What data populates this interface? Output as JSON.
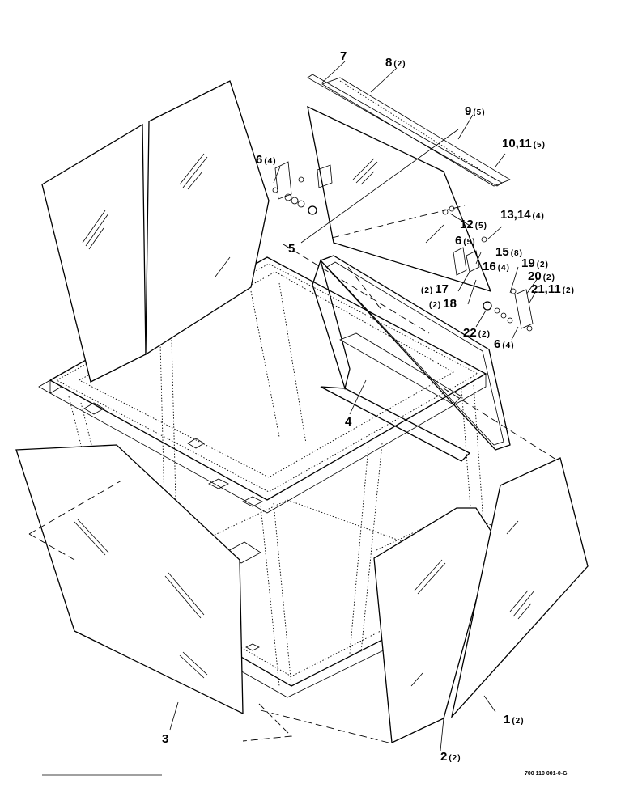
{
  "diagram": {
    "callouts": [
      {
        "id": "c7",
        "number": "7",
        "qty": ""
      },
      {
        "id": "c8",
        "number": "8",
        "qty": "(2)"
      },
      {
        "id": "c9",
        "number": "9",
        "qty": "(5)"
      },
      {
        "id": "c10",
        "number": "10,11",
        "qty": "(5)"
      },
      {
        "id": "c6a",
        "number": "6",
        "qty": "(4)"
      },
      {
        "id": "c12",
        "number": "12",
        "qty": "(5)"
      },
      {
        "id": "c13",
        "number": "13,14",
        "qty": "(4)"
      },
      {
        "id": "c5",
        "number": "5",
        "qty": ""
      },
      {
        "id": "c6b",
        "number": "6",
        "qty": "(5)"
      },
      {
        "id": "c15",
        "number": "15",
        "qty": "(8)"
      },
      {
        "id": "c16",
        "number": "16",
        "qty": "(4)"
      },
      {
        "id": "c19",
        "number": "19",
        "qty": "(2)"
      },
      {
        "id": "c17",
        "number": "17",
        "qty": "(2)"
      },
      {
        "id": "c20",
        "number": "20",
        "qty": "(2)"
      },
      {
        "id": "c18",
        "number": "18",
        "qty": "(2)"
      },
      {
        "id": "c21",
        "number": "21,11",
        "qty": "(2)"
      },
      {
        "id": "c22",
        "number": "22",
        "qty": "(2)"
      },
      {
        "id": "c6c",
        "number": "6",
        "qty": "(4)"
      },
      {
        "id": "c4",
        "number": "4",
        "qty": ""
      },
      {
        "id": "c3",
        "number": "3",
        "qty": ""
      },
      {
        "id": "c2",
        "number": "2",
        "qty": "(2)"
      },
      {
        "id": "c1",
        "number": "1",
        "qty": "(2)"
      }
    ],
    "drawing_code": "700 110 001-0-G"
  }
}
